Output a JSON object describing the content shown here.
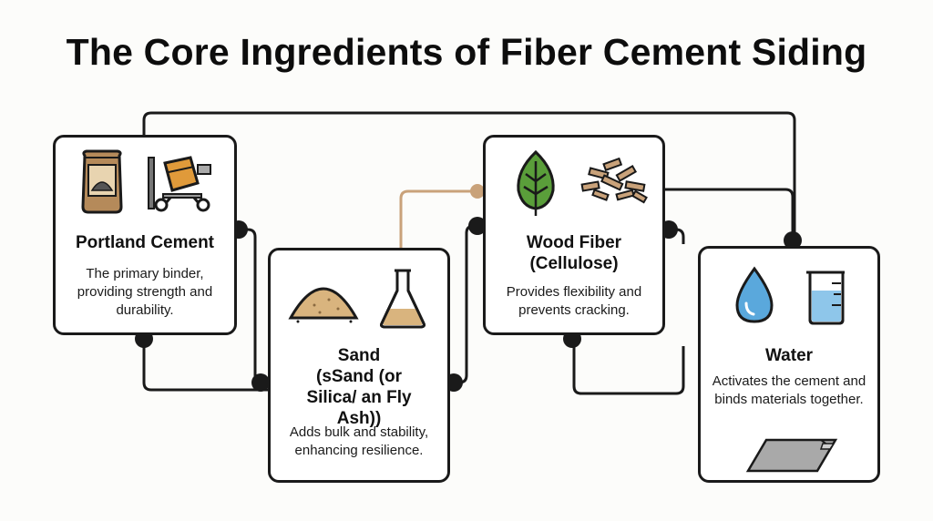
{
  "title": "The Core Ingredients of Fiber Cement Siding",
  "cards": [
    {
      "name": "Portland Cement",
      "description": "The primary binder, providing strength and durability.",
      "icons": [
        "cement-bag-icon",
        "cement-mixer-icon"
      ]
    },
    {
      "name_line1": "Sand",
      "name_line2": "(sSand (or Silica/ an Fly Ash))",
      "description": "Adds bulk and stability, enhancing resilience.",
      "icons": [
        "sand-pile-icon",
        "flask-icon"
      ]
    },
    {
      "name_line1": "Wood Fiber",
      "name_line2": "(Cellulose)",
      "description": "Provides flexibility and prevents cracking.",
      "icons": [
        "leaf-icon",
        "wood-chips-icon"
      ]
    },
    {
      "name": "Water",
      "description": "Activates the cement and binds materials together.",
      "icons": [
        "water-drop-icon",
        "beaker-icon",
        "siding-panel-icon"
      ]
    }
  ],
  "colors": {
    "line": "#1a1a1a",
    "accent_line": "#c9a27a",
    "bag": "#b58a5a",
    "mixer": "#e09a3a",
    "sand": "#d9b47e",
    "leaf": "#5a9e3a",
    "chips": "#c9a27a",
    "water": "#5aa8dc",
    "panel": "#a9a9a9"
  }
}
